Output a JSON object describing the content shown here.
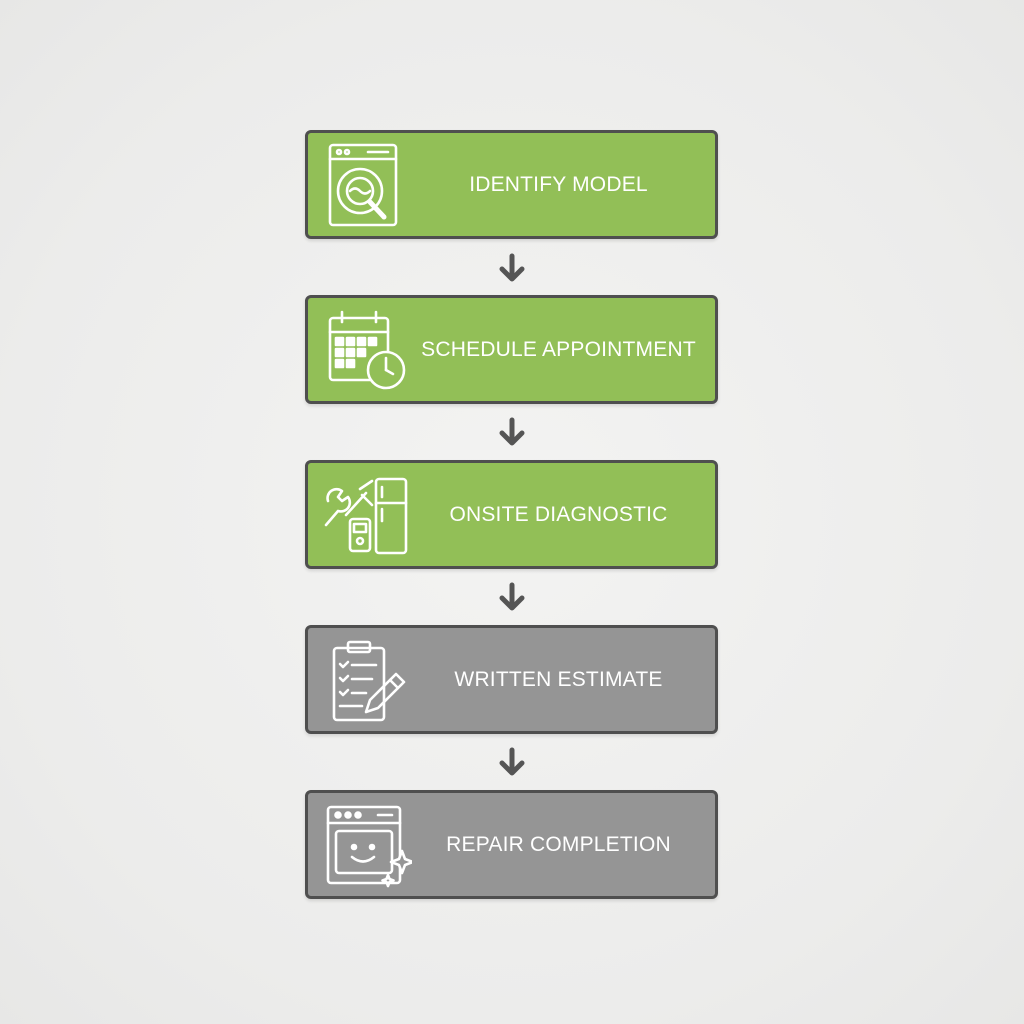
{
  "flowchart": {
    "steps": [
      {
        "label": "IDENTIFY MODEL",
        "icon": "washing-machine-magnifier-icon",
        "status": "complete"
      },
      {
        "label": "SCHEDULE APPOINTMENT",
        "icon": "calendar-clock-icon",
        "status": "complete"
      },
      {
        "label": "ONSITE DIAGNOSTIC",
        "icon": "tools-multimeter-fridge-icon",
        "status": "complete"
      },
      {
        "label": "WRITTEN ESTIMATE",
        "icon": "clipboard-pencil-icon",
        "status": "pending"
      },
      {
        "label": "REPAIR COMPLETION",
        "icon": "oven-smile-sparkle-icon",
        "status": "pending"
      }
    ]
  },
  "colors": {
    "complete_fill": "#92bf57",
    "pending_fill": "#959595",
    "border": "#4f4f4f",
    "arrow": "#555555",
    "background": "#ededec",
    "label_text": "#ffffff"
  }
}
